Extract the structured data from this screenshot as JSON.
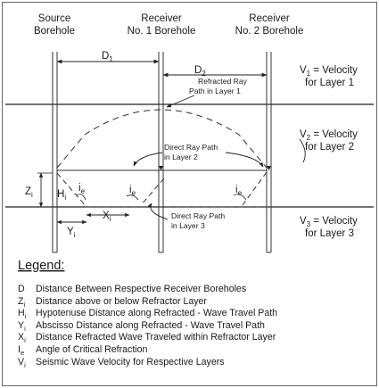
{
  "boreholes": {
    "source": [
      "Source",
      "Borehole"
    ],
    "receiver1": [
      "Receiver",
      "No. 1 Borehole"
    ],
    "receiver2": [
      "Receiver",
      "No. 2 Borehole"
    ]
  },
  "distances": {
    "d1": "D",
    "d1_sub": "1",
    "d2": "D",
    "d2_sub": "2"
  },
  "velocities": [
    {
      "v": "V",
      "sub": "1",
      "rest": " = Velocity",
      "line2": "for Layer 1"
    },
    {
      "v": "V",
      "sub": "2",
      "rest": " = Velocity",
      "line2": "for Layer 2"
    },
    {
      "v": "V",
      "sub": "3",
      "rest": " = Velocity",
      "line2": "for Layer 3"
    }
  ],
  "annotations": {
    "refracted": [
      "Refracted Ray",
      "Path in Layer 1"
    ],
    "direct2": [
      "Direct Ray Path",
      "in Layer 2"
    ],
    "direct3": [
      "Direct Ray Path",
      "in Layer 3"
    ]
  },
  "geometry_labels": {
    "z": "Z",
    "z_sub": "i",
    "h": "H",
    "h_sub": "i",
    "y": "Y",
    "y_sub": "i",
    "x": "X",
    "x_sub": "i",
    "ie": "i",
    "ie_sub": "e"
  },
  "legend": {
    "title": "Legend:",
    "items": [
      {
        "sym": "D",
        "sub": "",
        "text": "Distance Between Respective Receiver Boreholes"
      },
      {
        "sym": "Z",
        "sub": "i",
        "text": "Distance above or below Refractor Layer"
      },
      {
        "sym": "H",
        "sub": "i",
        "text": "Hypotenuse Distance along Refracted - Wave Travel Path"
      },
      {
        "sym": "Y",
        "sub": "i",
        "text": "Abscisso Distance along Refracted - Wave Travel Path"
      },
      {
        "sym": "X",
        "sub": "i",
        "text": "Distance Refracted Wave Traveled within Refractor Layer"
      },
      {
        "sym": "I",
        "sub": "e",
        "text": "Angle of Critical Refraction"
      },
      {
        "sym": "V",
        "sub": "i",
        "text": "Seismic Wave Velocity for Respective Layers"
      }
    ]
  }
}
